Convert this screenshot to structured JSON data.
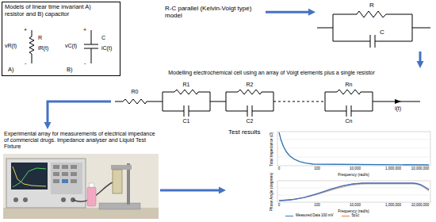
{
  "diagram": {
    "nodes": [
      {
        "text": [
          "Models of linear time invariant A) resistor and B) capacitor"
        ]
      },
      {
        "text": [
          "R-C parallel (Kelvin-Voigt type) model"
        ]
      },
      {
        "text": [
          "R",
          "C"
        ]
      },
      {
        "text": [
          "Modelling electrochemical cell using an array of Voigt elements plus a single resistor"
        ]
      },
      {
        "text": [
          "Experimental array for measurements of electrical impedance of commercial drugs. Impedance analyser and Liquid Test Fixture"
        ]
      },
      {
        "text": [
          "Test results"
        ]
      }
    ],
    "edges": [
      {
        "from": 1,
        "to": 2,
        "arrow": "to"
      },
      {
        "from": 2,
        "to": 3,
        "arrow": "to"
      },
      {
        "from": 3,
        "to": 4,
        "arrow": "to"
      },
      {
        "from": 4,
        "to": 5,
        "arrow": "to"
      }
    ],
    "labels": [
      "vR(t)",
      "R",
      "iR(t)",
      "+",
      "-",
      "A)",
      "vC(t)",
      "C",
      "iC(t)",
      "+",
      "-",
      "B)",
      "R0",
      "R1",
      "C1",
      "R2",
      "C2",
      "Rn",
      "Cn",
      "i(t)",
      "Total Impedance (Ω)",
      "0",
      "100",
      "10,000",
      "1,000,000",
      "10,000,000",
      "Frequency (rad/s)",
      "Phase Angle (degrees)",
      "0",
      "100",
      "10,000",
      "1,000,000",
      "10,000,000",
      "Frequency (rad/s)"
    ],
    "legend": [
      {
        "text": "Measured Data 100 mV"
      },
      {
        "text": "5p1c"
      }
    ]
  }
}
